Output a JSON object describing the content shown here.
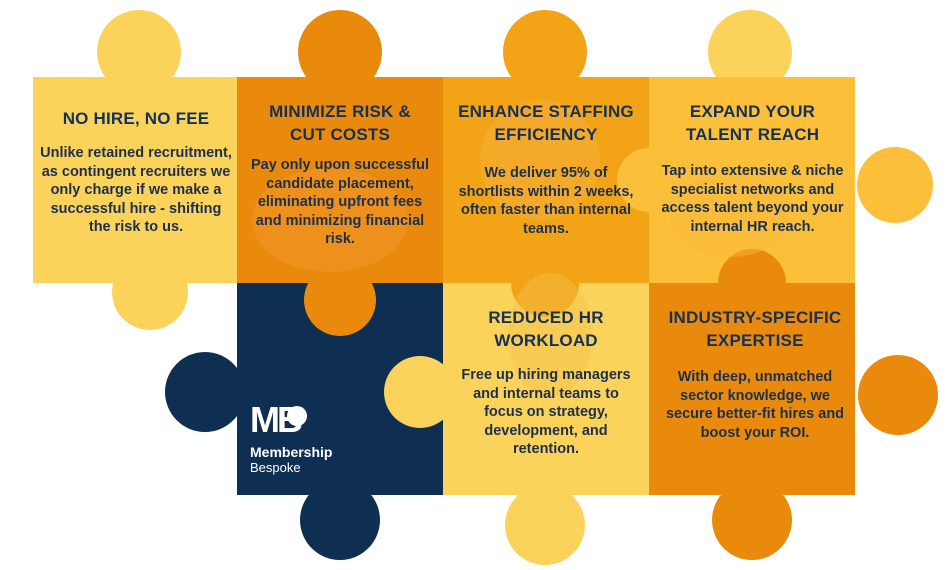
{
  "colors": {
    "pale_yellow": "#fbd35a",
    "light_orange": "#f3a316",
    "dark_orange": "#ea8a0c",
    "navy": "#0f2f52",
    "text": "#16305a"
  },
  "tiles": [
    {
      "title": "NO HIRE, NO FEE",
      "body": "Unlike retained recruitment, as contingent recruiters we only charge if we make a successful hire - shifting the risk to us."
    },
    {
      "title": "MINIMIZE RISK & CUT COSTS",
      "body": "Pay only upon successful candidate placement, eliminating upfront fees and minimizing financial risk."
    },
    {
      "title": "ENHANCE STAFFING EFFICIENCY",
      "body": "We deliver 95% of shortlists within 2 weeks, often faster than internal teams."
    },
    {
      "title": "EXPAND YOUR TALENT REACH",
      "body": "Tap into extensive & niche specialist networks and access talent beyond your internal HR reach."
    },
    {
      "title": "REDUCED HR WORKLOAD",
      "body": "Free up hiring managers and internal teams to focus on strategy, development, and retention."
    },
    {
      "title": "INDUSTRY-SPECIFIC EXPERTISE",
      "body": "With deep, unmatched sector knowledge, we secure better-fit hires and boost your ROI."
    }
  ],
  "brand": {
    "mark": "MB",
    "name": "Membership",
    "sub": "Bespoke"
  }
}
